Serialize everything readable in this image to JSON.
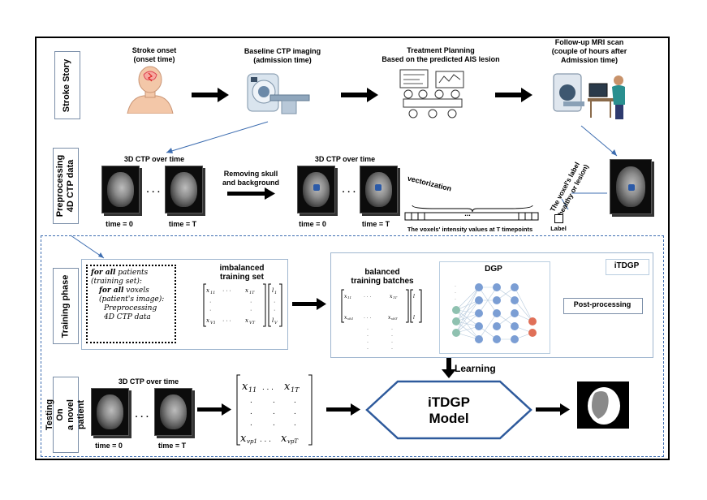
{
  "stroke_story": {
    "section_label": "Stroke Story",
    "onset": "Stroke onset\n(onset time)",
    "baseline": "Baseline CTP imaging\n(admission time)",
    "treatment": "Treatment Planning\nBased on the predicted AIS lesion",
    "followup": "Follow-up MRI scan\n(couple of hours after\nAdmission time)"
  },
  "preprocessing": {
    "section_label": "Preprocessing\n4D CTP data",
    "title_left": "3D CTP over time",
    "title_mid": "3D CTP over time",
    "time_0": "time = 0",
    "time_T": "time = T",
    "time_0b": "time = 0",
    "time_Tb": "time = T",
    "removing": "Removing skull\nand background",
    "vectorization": "vectorization",
    "intensity": "The voxels' intensity values at T  timepoints",
    "voxel_label": "The voxel's label\n(healthy or lesion)",
    "label": "Label",
    "ellipsis": "· · ·",
    "dots_vec": "...",
    "ellipsis2": "· · ·"
  },
  "training": {
    "section_label": "Training phase",
    "loop_line1": "for all",
    "loop_line1b": " patients",
    "loop_line2": "(training set):",
    "loop_line3": "for all",
    "loop_line3b": " voxels",
    "loop_line4": "(patient's image):",
    "loop_line5": "Preprocessing",
    "loop_line6": "4D CTP data",
    "imbalanced": "imbalanced\ntraining set",
    "balanced": "balanced\ntraining batches",
    "dgp": "DGP",
    "itdgp": "iTDGP",
    "postprocessing": "Post-processing",
    "learning": "Learning",
    "mat_x11": "x",
    "mat_x1T": "x",
    "mat_xV1": "x",
    "mat_xVT": "x",
    "mat_l1": "l",
    "mat_lV": "l",
    "mat_dots": "· · · ·",
    "vdots": "⋮"
  },
  "testing": {
    "section_label": "Testing On\na novel patient",
    "title": "3D CTP over time",
    "time_0": "time = 0",
    "time_T": "time = T",
    "ellipsis": "· · ·",
    "model": "iTDGP\nModel",
    "m_x11": "x",
    "m_x1T": "x",
    "m_xvp1": "x",
    "m_xvpT": "x",
    "m_hdots1": ". . .",
    "m_hdots2": ". . .",
    "m_vdots": ".   .   .   .   ."
  },
  "colors": {
    "accent_blue": "#2b5aa8",
    "panel_border": "#9fb6cf",
    "dashed_border": "#3d6db0"
  }
}
